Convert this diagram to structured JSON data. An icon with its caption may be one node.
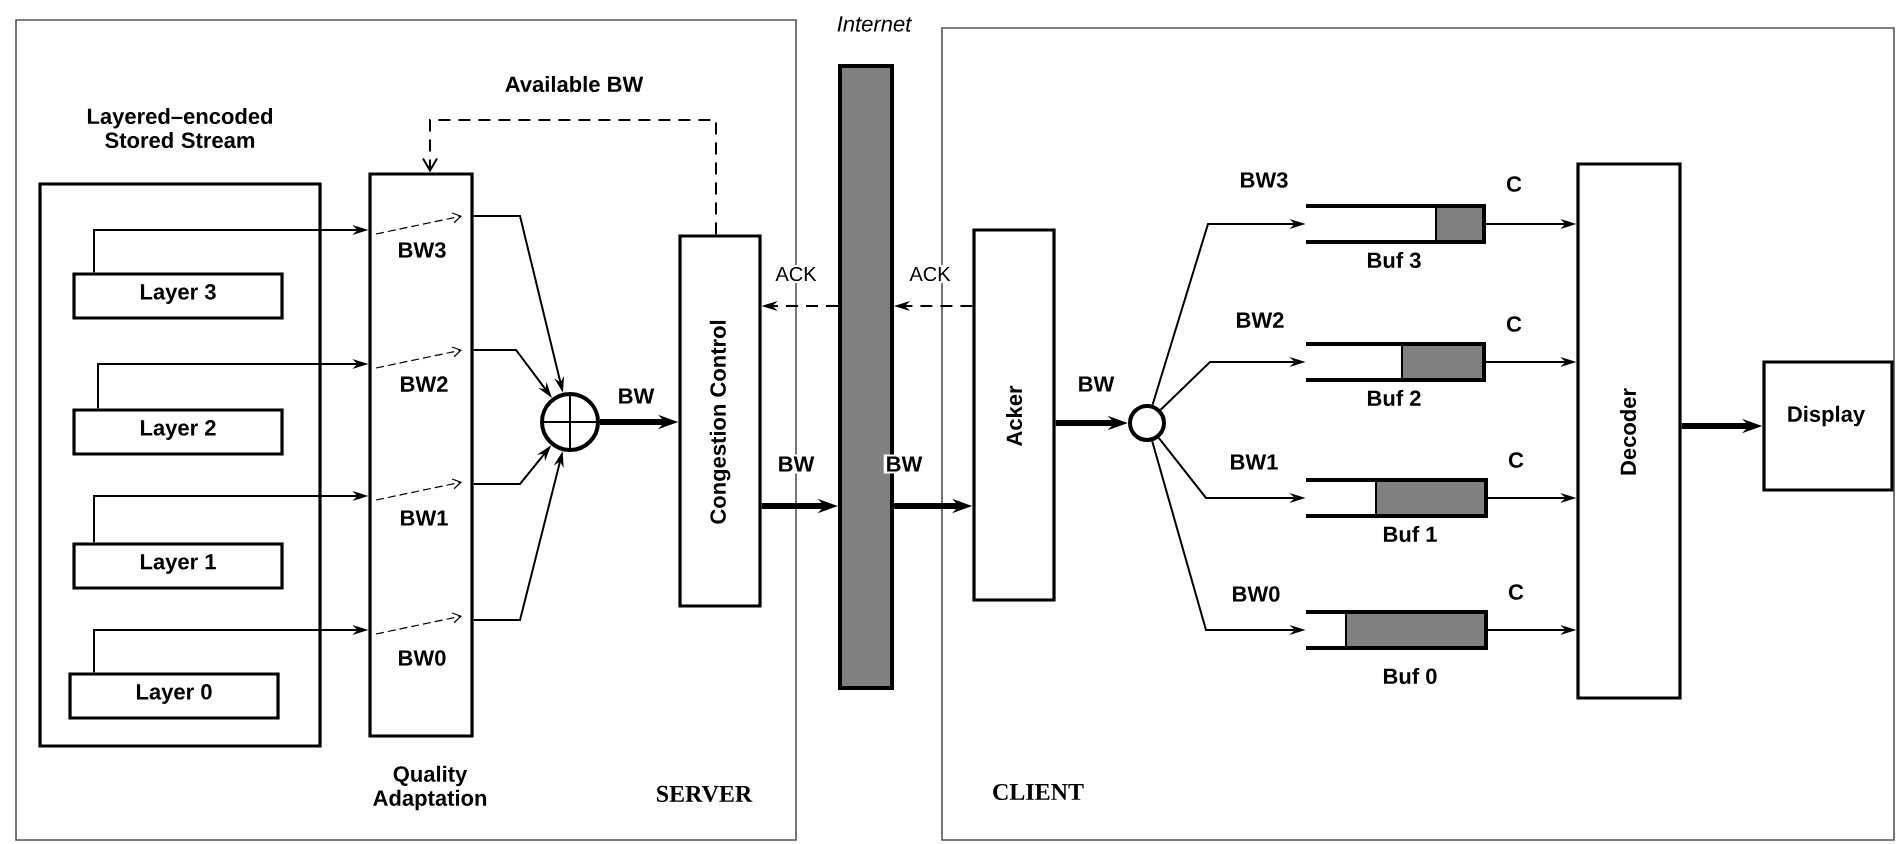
{
  "diagram": {
    "nodes": [
      {
        "text": [
          "SERVER"
        ]
      },
      {
        "text": [
          "Layered–encoded Stored Stream"
        ],
        "in": 0
      },
      {
        "text": [
          "Layer 3"
        ],
        "in": 1
      },
      {
        "text": [
          "Layer 2"
        ],
        "in": 1
      },
      {
        "text": [
          "Layer 1"
        ],
        "in": 1
      },
      {
        "text": [
          "Layer 0"
        ],
        "in": 1
      },
      {
        "text": [
          "BW3",
          "BW2",
          "BW1",
          "BW0",
          "Quality Adaptation"
        ],
        "in": 0
      },
      {
        "text": [],
        "shape": "circle",
        "in": 0
      },
      {
        "text": [
          "Congestion Control"
        ],
        "in": 0
      },
      {
        "text": [
          "Internet"
        ]
      },
      {
        "text": [
          "CLIENT"
        ]
      },
      {
        "text": [
          "Acker"
        ],
        "in": 10
      },
      {
        "text": [],
        "shape": "circle",
        "in": 10
      },
      {
        "text": [
          "Buf 3"
        ],
        "in": 10
      },
      {
        "text": [
          "Buf 2"
        ],
        "in": 10
      },
      {
        "text": [
          "Buf 1"
        ],
        "in": 10
      },
      {
        "text": [
          "Buf 0"
        ],
        "in": 10
      },
      {
        "text": [
          "Decoder"
        ],
        "in": 10
      },
      {
        "text": [
          "Display"
        ],
        "in": 10
      }
    ],
    "edges": [
      {
        "from": 2,
        "to": 6,
        "arrow": "to"
      },
      {
        "from": 3,
        "to": 6,
        "arrow": "to"
      },
      {
        "from": 4,
        "to": 6,
        "arrow": "to"
      },
      {
        "from": 5,
        "to": 6,
        "arrow": "to"
      },
      {
        "from": 6,
        "to": 7,
        "arrow": "to"
      },
      {
        "from": 6,
        "to": 7,
        "arrow": "to"
      },
      {
        "from": 6,
        "to": 7,
        "arrow": "to"
      },
      {
        "from": 6,
        "to": 7,
        "arrow": "to"
      },
      {
        "from": 7,
        "to": 8,
        "arrow": "to",
        "label": "BW",
        "style": "thick"
      },
      {
        "from": 8,
        "to": 6,
        "arrow": "to",
        "label": "Available BW",
        "style": "dashed"
      },
      {
        "from": 9,
        "to": 8,
        "arrow": "to",
        "label": "ACK",
        "style": "dashed"
      },
      {
        "from": 11,
        "to": 9,
        "arrow": "to",
        "label": "ACK",
        "style": "dashed"
      },
      {
        "from": 8,
        "to": 9,
        "arrow": "to",
        "label": "BW",
        "style": "thick"
      },
      {
        "from": 9,
        "to": 11,
        "arrow": "to",
        "label": "BW",
        "style": "thick"
      },
      {
        "from": 11,
        "to": 12,
        "arrow": "to",
        "label": "BW",
        "style": "thick"
      },
      {
        "from": 12,
        "to": 13,
        "arrow": "to",
        "label": "BW3"
      },
      {
        "from": 12,
        "to": 14,
        "arrow": "to",
        "label": "BW2"
      },
      {
        "from": 12,
        "to": 15,
        "arrow": "to",
        "label": "BW1"
      },
      {
        "from": 12,
        "to": 16,
        "arrow": "to",
        "label": "BW0"
      },
      {
        "from": 13,
        "to": 17,
        "arrow": "to",
        "label": "C"
      },
      {
        "from": 14,
        "to": 17,
        "arrow": "to",
        "label": "C"
      },
      {
        "from": 15,
        "to": 17,
        "arrow": "to",
        "label": "C"
      },
      {
        "from": 16,
        "to": 17,
        "arrow": "to",
        "label": "C"
      },
      {
        "from": 17,
        "to": 18,
        "arrow": "to",
        "style": "thick"
      }
    ]
  }
}
